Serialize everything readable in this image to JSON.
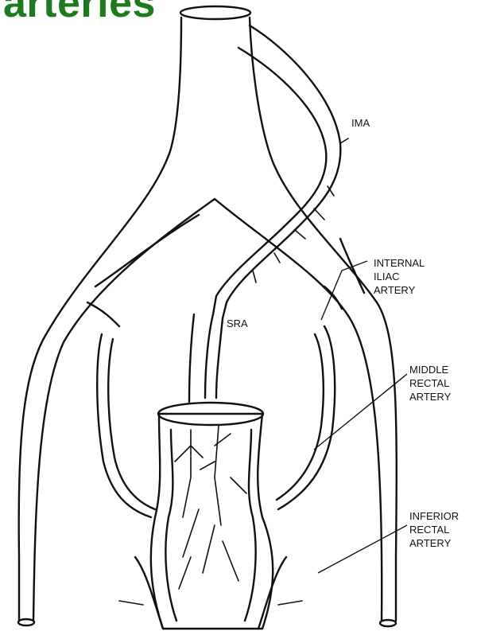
{
  "title": "arteries",
  "colors": {
    "title": "#1e7a1e",
    "line": "#111111"
  },
  "labels": {
    "ima": "IMA",
    "sra": "SRA",
    "internal_iliac": [
      "INTERNAL",
      "ILIAC",
      "ARTERY"
    ],
    "middle_rectal": [
      "MIDDLE",
      "RECTAL",
      "ARTERY"
    ],
    "inferior_rectal": [
      "INFERIOR",
      "RECTAL",
      "ARTERY"
    ]
  }
}
